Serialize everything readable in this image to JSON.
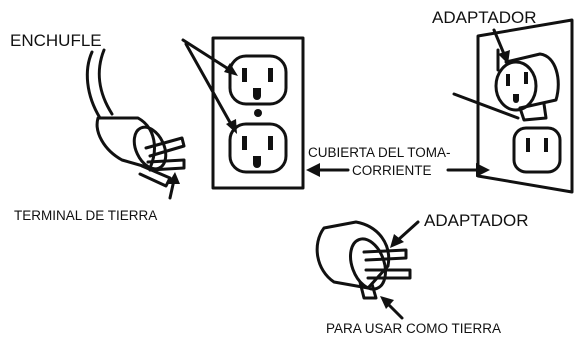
{
  "labels": {
    "plug": "ENCHUFLE",
    "ground_terminal": "TERMINAL DE TIERRA",
    "adapter_top": "ADAPTADOR",
    "cover_line1": "CUBIERTA  DEL TOMA-",
    "cover_line2": "CORRIENTE",
    "adapter_bottom": "ADAPTADOR",
    "ground_use": "PARA USAR COMO TIERRA"
  },
  "colors": {
    "ink": "#111111",
    "background": "#ffffff"
  }
}
